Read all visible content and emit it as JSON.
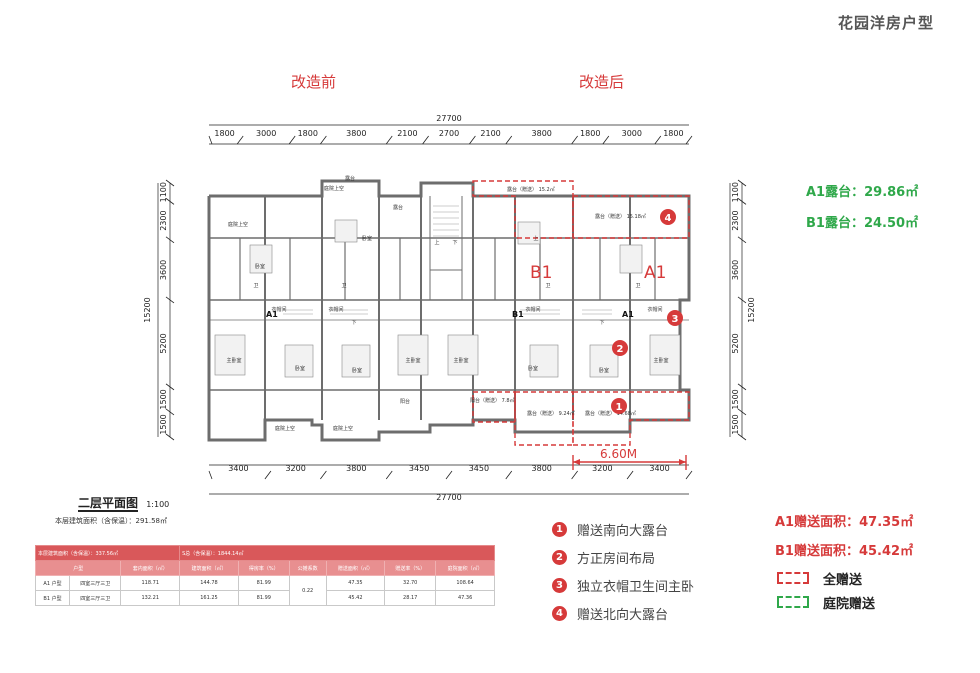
{
  "header": {
    "title": "花园洋房户型"
  },
  "sections": {
    "before": "改造前",
    "after": "改造后"
  },
  "dimensions": {
    "total": "27700",
    "top": [
      "1800",
      "3000",
      "1800",
      "3800",
      "2100",
      "2700",
      "2100",
      "3800",
      "1800",
      "3000",
      "1800"
    ],
    "bottom": [
      "3400",
      "3200",
      "3800",
      "3450",
      "3450",
      "3800",
      "3200",
      "3400"
    ],
    "left": [
      "1100",
      "2300",
      "3600",
      "5200",
      "1500",
      "1500"
    ],
    "left_total": "15200",
    "right": [
      "1100",
      "2300",
      "3600",
      "5200",
      "1500",
      "1500"
    ],
    "right_total": "15200",
    "span": "6.60M"
  },
  "plan_labels": {
    "a1": "A1",
    "b1": "B1",
    "big_a1": "A1",
    "big_b1": "B1",
    "terrace_n1": "露台（赠送）\n15.2㎡",
    "terrace_n2": "露台（赠送）\n15.18㎡",
    "terrace_s1": "露台（赠送）\n9.24㎡",
    "terrace_s2": "露台（赠送）\n14.68㎡",
    "balcony": "阳台（赠送）\n7.8㎡",
    "rooms": [
      "庭院上空",
      "庭院上空",
      "庭院上空",
      "庭院上空",
      "露台",
      "露台",
      "卧室",
      "卧室",
      "卧室",
      "卧室",
      "卧室",
      "卧室",
      "主卧室",
      "主卧室",
      "主卧室",
      "主卧室",
      "衣帽间",
      "衣帽间",
      "衣帽间",
      "衣帽间",
      "卫",
      "卫",
      "卫",
      "卫",
      "阳台",
      "上",
      "下",
      "下",
      "下",
      "上"
    ]
  },
  "markers": [
    "4",
    "3",
    "2",
    "1"
  ],
  "floor_title": {
    "title": "二层平面图",
    "scale": "1:100"
  },
  "floor_area": "本层建筑面积（含保温）：291.58㎡",
  "table": {
    "header1": [
      "本层建筑面积（含保温）：337.56㎡",
      "S总（含保温）：1844.14㎡"
    ],
    "header2": [
      "户型",
      "套内面积（㎡）",
      "建筑面积（㎡）",
      "得房率（%）",
      "公摊系数",
      "赠送面积（㎡）",
      "赠送率（%）",
      "庭院面积（㎡）"
    ],
    "rows": [
      [
        "A1 户型",
        "四室三厅三卫",
        "118.71",
        "144.78",
        "81.99",
        "0.22",
        "47.35",
        "32.70",
        "108.64"
      ],
      [
        "B1 户型",
        "四室三厅三卫",
        "132.21",
        "161.25",
        "81.99",
        "",
        "45.42",
        "28.17",
        "47.36"
      ]
    ]
  },
  "features": [
    {
      "num": "1",
      "text": "赠送南向大露台"
    },
    {
      "num": "2",
      "text": "方正房间布局"
    },
    {
      "num": "3",
      "text": "独立衣帽卫生间主卧"
    },
    {
      "num": "4",
      "text": "赠送北向大露台"
    }
  ],
  "terrace_areas": {
    "a1": "A1露台：29.86㎡",
    "b1": "B1露台：24.50㎡"
  },
  "gift_areas": {
    "a1": "A1赠送面积：47.35㎡",
    "b1": "B1赠送面积：45.42㎡"
  },
  "legend": {
    "full": "全赠送",
    "garden": "庭院赠送"
  },
  "colors": {
    "red": "#d63a3a",
    "green": "#2fa84a",
    "wall": "#6d6d6d"
  }
}
